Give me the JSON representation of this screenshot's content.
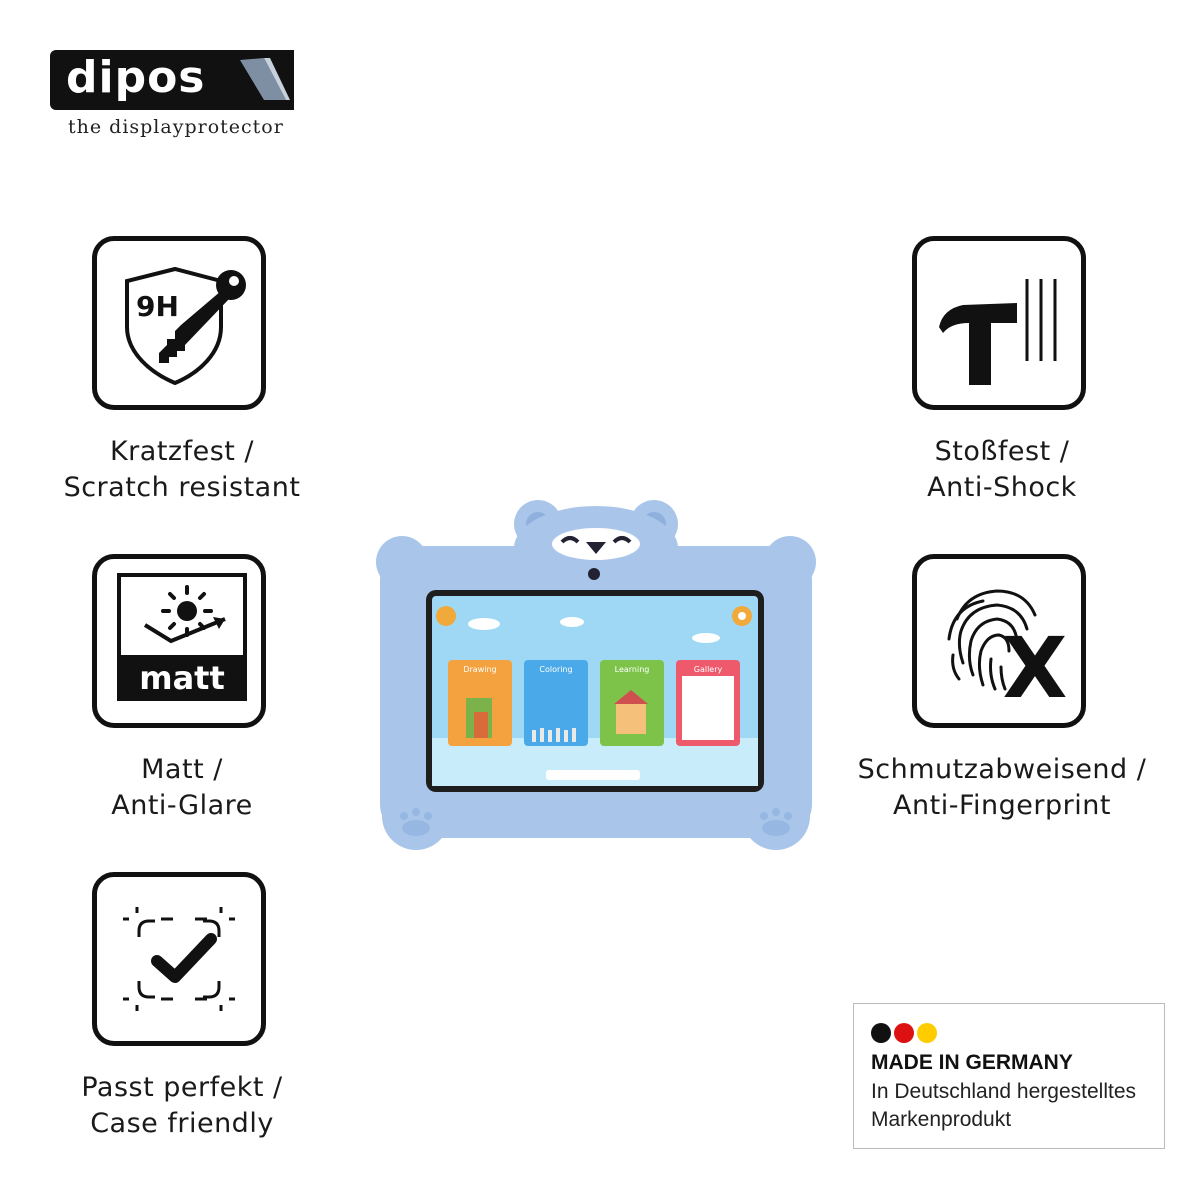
{
  "brand": {
    "logo_text": "dipos",
    "tagline": "the displayprotector"
  },
  "features": [
    {
      "icon": "shield-key-9h-icon",
      "badge_text": "9H",
      "line1": "Kratzfest /",
      "line2": "Scratch resistant"
    },
    {
      "icon": "matt-sun-icon",
      "badge_text": "matt",
      "line1": "Matt /",
      "line2": "Anti-Glare"
    },
    {
      "icon": "check-frame-icon",
      "line1": "Passt perfekt /",
      "line2": "Case friendly"
    },
    {
      "icon": "hammer-icon",
      "line1": "Stoßfest /",
      "line2": "Anti-Shock"
    },
    {
      "icon": "fingerprint-x-icon",
      "line1": "Schmutzabweisend /",
      "line2": "Anti-Fingerprint"
    }
  ],
  "made_in_germany": {
    "flag_colors": [
      "#111111",
      "#dd1111",
      "#ffcc00"
    ],
    "heading": "MADE IN GERMANY",
    "line1": "In Deutschland hergestelltes",
    "line2": "Markenprodukt"
  },
  "tablet": {
    "case_color": "#a9c6ea",
    "apps": [
      "Drawing",
      "Coloring",
      "Learning",
      "Gallery"
    ]
  }
}
